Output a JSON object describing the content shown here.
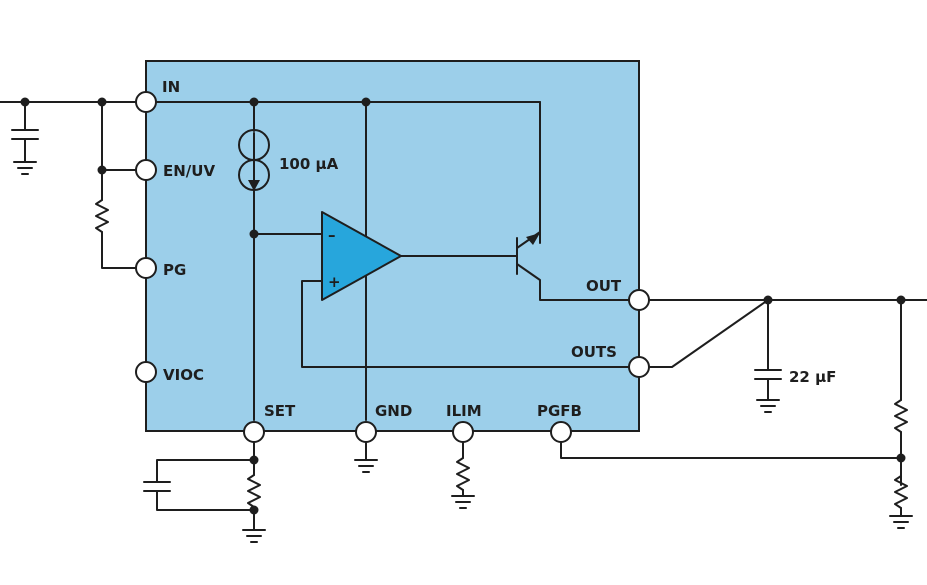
{
  "pins": {
    "in": "IN",
    "en_uv": "EN/UV",
    "pg": "PG",
    "vioc": "VIOC",
    "set": "SET",
    "gnd": "GND",
    "ilim": "ILIM",
    "pgfb": "PGFB",
    "out": "OUT",
    "outs": "OUTS"
  },
  "components": {
    "current_source": "100 µA",
    "output_cap": "22 µF",
    "opamp_minus": "–",
    "opamp_plus": "+"
  },
  "colors": {
    "chip_fill": "#9ccfea",
    "opamp_fill": "#27a6dc",
    "wire": "#1e1e1e"
  }
}
